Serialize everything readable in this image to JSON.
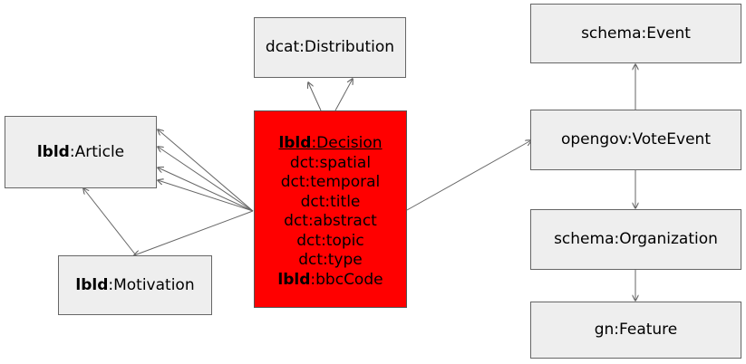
{
  "boxes": {
    "distribution": "dcat:Distribution",
    "article": {
      "prefix": "lbld",
      "local": ":Article"
    },
    "motivation": {
      "prefix": "lbld",
      "local": ":Motivation"
    },
    "event": "schema:Event",
    "vote_event": "opengov:VoteEvent",
    "organization": "schema:Organization",
    "feature": "gn:Feature"
  },
  "decision": {
    "title_prefix": "lbld",
    "title_local": ":Decision",
    "properties": [
      "dct:spatial",
      "dct:temporal",
      "dct:title",
      "dct:abstract",
      "dct:topic",
      "dct:type"
    ],
    "last_prefix": "lbld",
    "last_local": ":bbcCode"
  },
  "colors": {
    "box_fill": "#eeeeee",
    "decision_fill": "#ff0000",
    "line": "#666666"
  }
}
